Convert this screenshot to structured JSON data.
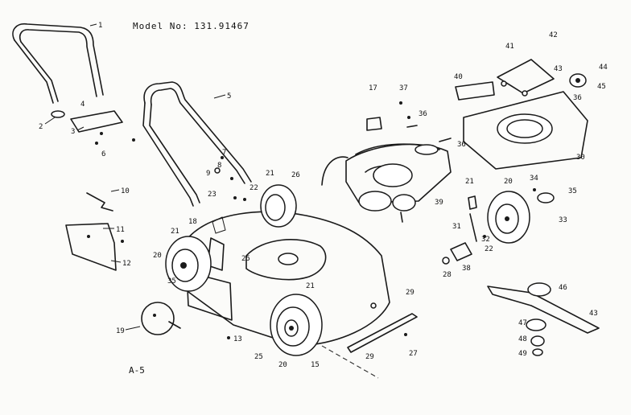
{
  "model_label": "Model No: 131.91467",
  "figure_label": "A-5",
  "callouts": [
    "1",
    "2",
    "3",
    "4",
    "5",
    "6",
    "7",
    "8",
    "9",
    "10",
    "11",
    "12",
    "13",
    "15",
    "17",
    "18",
    "19",
    "20",
    "21",
    "22",
    "23",
    "25",
    "26",
    "27",
    "28",
    "29",
    "30",
    "31",
    "32",
    "33",
    "34",
    "35",
    "36",
    "37",
    "38",
    "39",
    "40",
    "41",
    "42",
    "43",
    "44",
    "45",
    "46",
    "47",
    "48",
    "49"
  ]
}
